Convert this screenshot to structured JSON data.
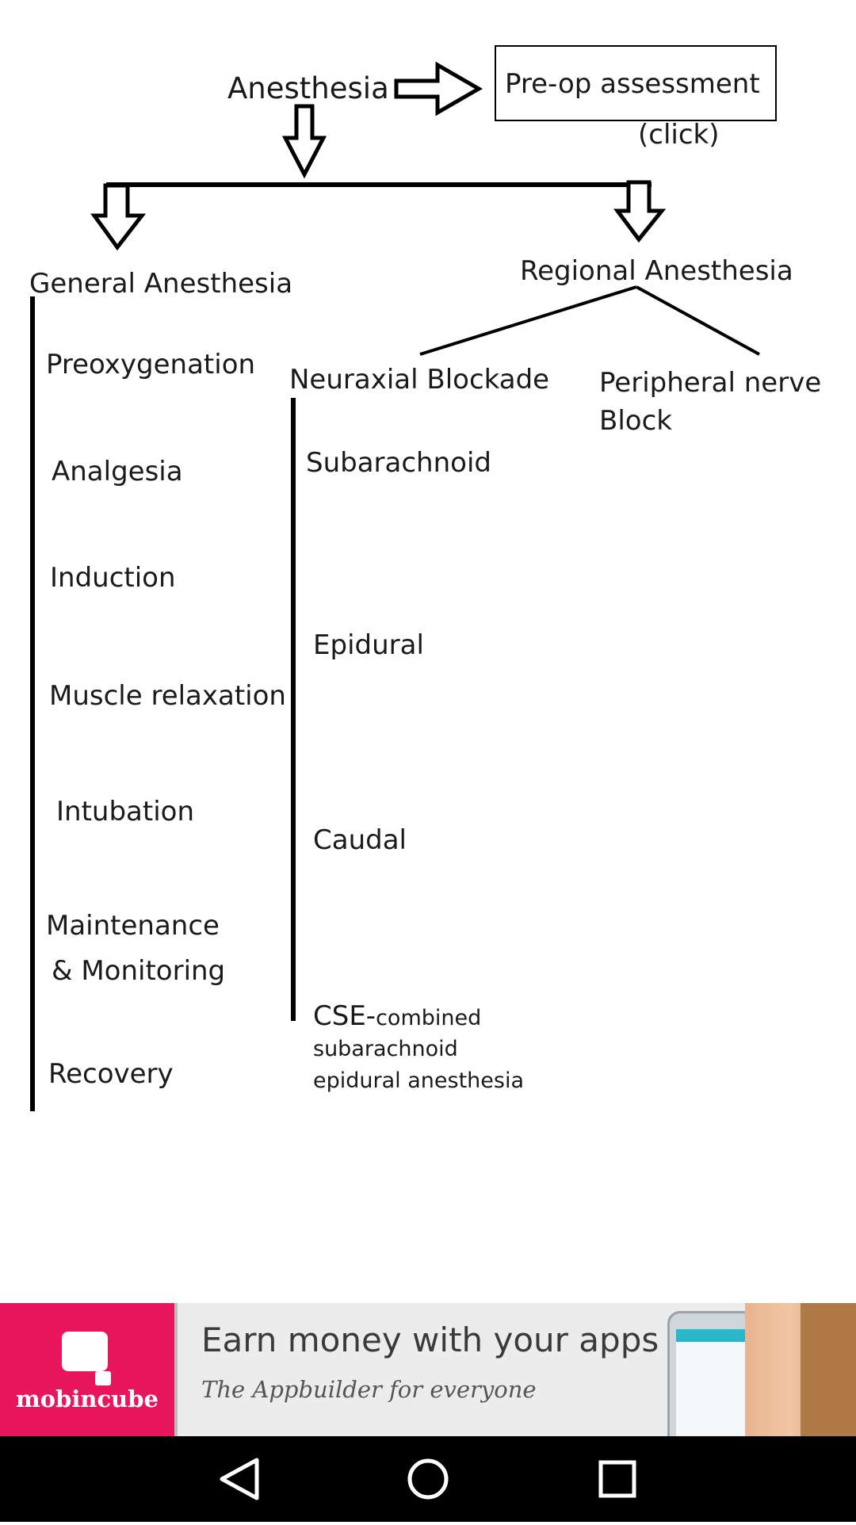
{
  "diagram": {
    "root": "Anesthesia",
    "preop": {
      "label": "Pre-op assessment",
      "hint": "(click)"
    },
    "general": {
      "title": "General Anesthesia",
      "steps": [
        "Preoxygenation",
        "Analgesia",
        "Induction",
        "Muscle relaxation",
        "Intubation",
        "Maintenance",
        "& Monitoring",
        "Recovery"
      ]
    },
    "regional": {
      "title": "Regional Anesthesia",
      "neuraxial": {
        "title": "Neuraxial Blockade",
        "items": [
          "Subarachnoid",
          "Epidural",
          "Caudal"
        ],
        "cse": {
          "abbr": "CSE-",
          "line1": "combined",
          "line2": "subarachnoid",
          "line3": "epidural anesthesia"
        }
      },
      "peripheral": {
        "line1": "Peripheral nerve",
        "line2": "Block"
      }
    }
  },
  "ad": {
    "brand": "mobincube",
    "title": "Earn money with your apps",
    "subtitle": "The Appbuilder for everyone",
    "colors": {
      "brand": "#e8175d",
      "background": "#ececec"
    }
  },
  "nav": {
    "back_icon": "back-triangle-icon",
    "home_icon": "home-circle-icon",
    "recents_icon": "recents-square-icon"
  }
}
